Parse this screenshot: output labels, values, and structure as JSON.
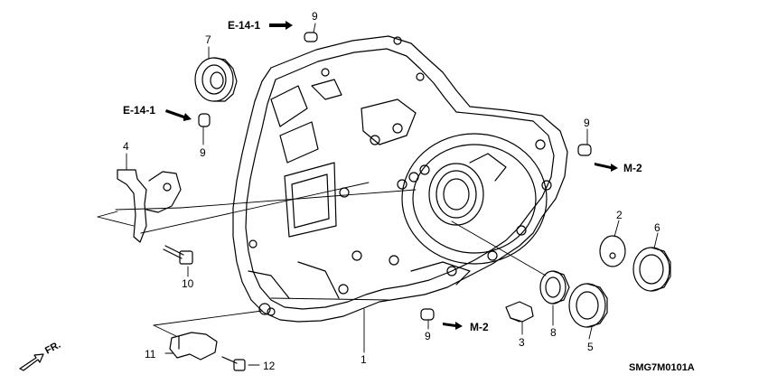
{
  "diagram": {
    "part_callouts": {
      "p1": "1",
      "p2": "2",
      "p3": "3",
      "p4": "4",
      "p5": "5",
      "p6": "6",
      "p7": "7",
      "p8": "8",
      "p9a": "9",
      "p9b": "9",
      "p9c": "9",
      "p9d": "9",
      "p10": "10",
      "p11": "11",
      "p12": "12"
    },
    "references": {
      "e14_top": "E-14-1",
      "e14_left": "E-14-1",
      "m2_right": "M-2",
      "m2_bottom": "M-2"
    },
    "front_indicator": "FR.",
    "diagram_code": "SMG7M0101A"
  }
}
